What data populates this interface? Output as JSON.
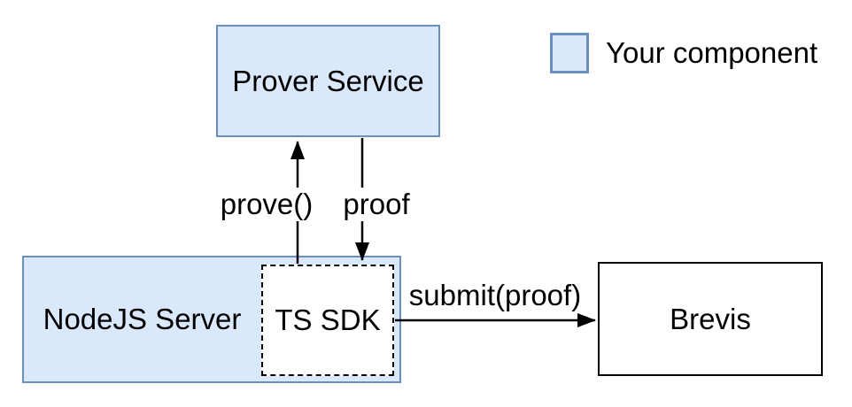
{
  "diagram": {
    "nodes": {
      "prover_service": {
        "label": "Prover Service",
        "type": "your-component"
      },
      "nodejs_server": {
        "label": "NodeJS Server",
        "type": "your-component"
      },
      "ts_sdk": {
        "label": "TS SDK",
        "type": "dashed-subcomponent",
        "parent": "nodejs_server"
      },
      "brevis": {
        "label": "Brevis",
        "type": "external"
      }
    },
    "edges": {
      "prove": {
        "label": "prove()",
        "from": "ts_sdk",
        "to": "prover_service",
        "direction": "up"
      },
      "proof": {
        "label": "proof",
        "from": "prover_service",
        "to": "ts_sdk",
        "direction": "down"
      },
      "submit": {
        "label": "submit(proof)",
        "from": "ts_sdk",
        "to": "brevis",
        "direction": "right"
      }
    },
    "legend": {
      "label": "Your component"
    }
  },
  "colors": {
    "component_fill": "#dae8fc",
    "component_border": "#6c8ebf",
    "line": "#000000",
    "text": "#000000",
    "background": "#ffffff"
  }
}
